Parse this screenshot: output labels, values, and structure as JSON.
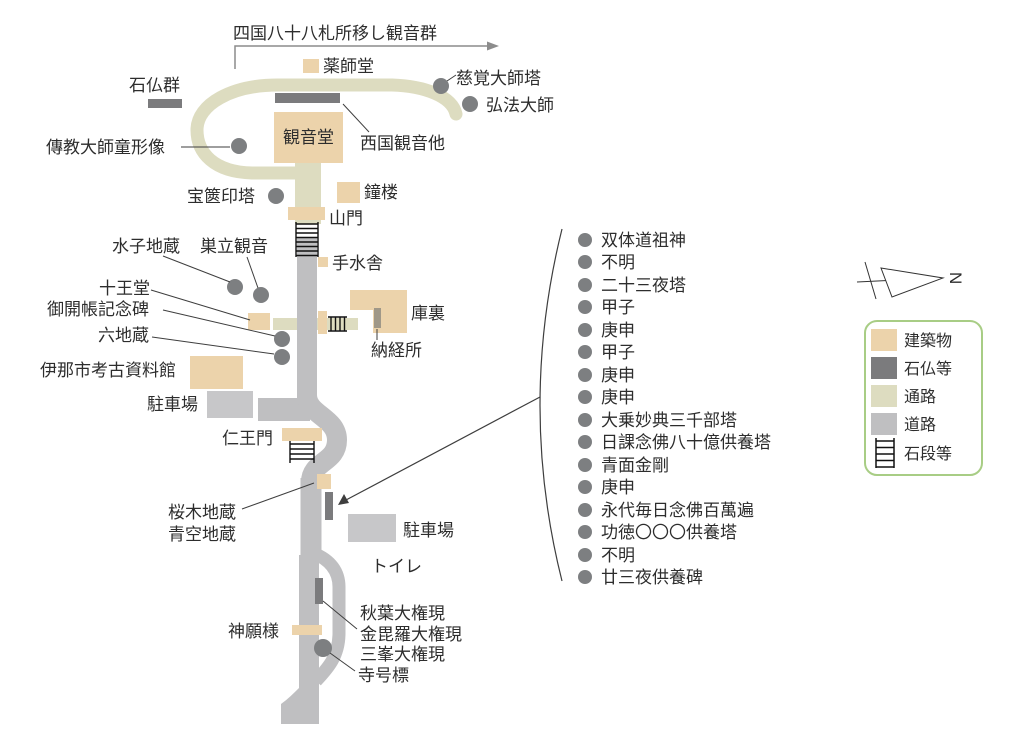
{
  "title": "四国八十八札所移し観音群",
  "labels": {
    "yakushido": "薬師堂",
    "jikaku": "慈覚大師塔",
    "kobo": "弘法大師",
    "sekibutsu_gun": "石仏群",
    "denkyo": "傳教大師童形像",
    "kannondo": "観音堂",
    "saigoku": "西国観音他",
    "hokyointo": "宝篋印塔",
    "shoro": "鐘楼",
    "sanmon": "山門",
    "mizuko": "水子地蔵",
    "sudachi": "巣立観音",
    "chozuya": "手水舎",
    "juodo": "十王堂",
    "gokaicho": "御開帳記念碑",
    "rokujizo": "六地蔵",
    "kuri": "庫裏",
    "nokyosho": "納経所",
    "museum": "伊那市考古資料館",
    "parking_upper": "駐車場",
    "niomon": "仁王門",
    "sakuragi": "桜木地蔵",
    "aozora": "青空地蔵",
    "parking_lower": "駐車場",
    "toilet": "トイレ",
    "akiba": "秋葉大権現",
    "konpira": "金毘羅大権現",
    "mitsumine": "三峯大権現",
    "shingan": "神願様",
    "jigohyo": "寺号標"
  },
  "stones": [
    "双体道祖神",
    "不明",
    "二十三夜塔",
    "甲子",
    "庚申",
    "甲子",
    "庚申",
    "庚申",
    "大乗妙典三千部塔",
    "日課念佛八十億供養塔",
    "青面金剛",
    "庚申",
    "永代毎日念佛百萬遍",
    "功徳〇〇〇供養塔",
    "不明",
    "廿三夜供養碑"
  ],
  "legend": {
    "items": [
      {
        "label": "建築物",
        "color": "#ecd3ab"
      },
      {
        "label": "石仏等",
        "color": "#7b7b7d"
      },
      {
        "label": "通路",
        "color": "#dddcc0"
      },
      {
        "label": "道路",
        "color": "#bfbfc1"
      },
      {
        "label": "石段等"
      }
    ],
    "border_color": "#a8cd85"
  },
  "compass_letter": "N",
  "colors": {
    "building": "#ecd3ab",
    "stone": "#7b7b7d",
    "path": "#dddcc0",
    "road": "#bfbfc1",
    "parking": "#c7c7c9",
    "dot": "#7d7f81",
    "nokyosho_bar": "#a09888",
    "text": "#2d2d2d"
  }
}
